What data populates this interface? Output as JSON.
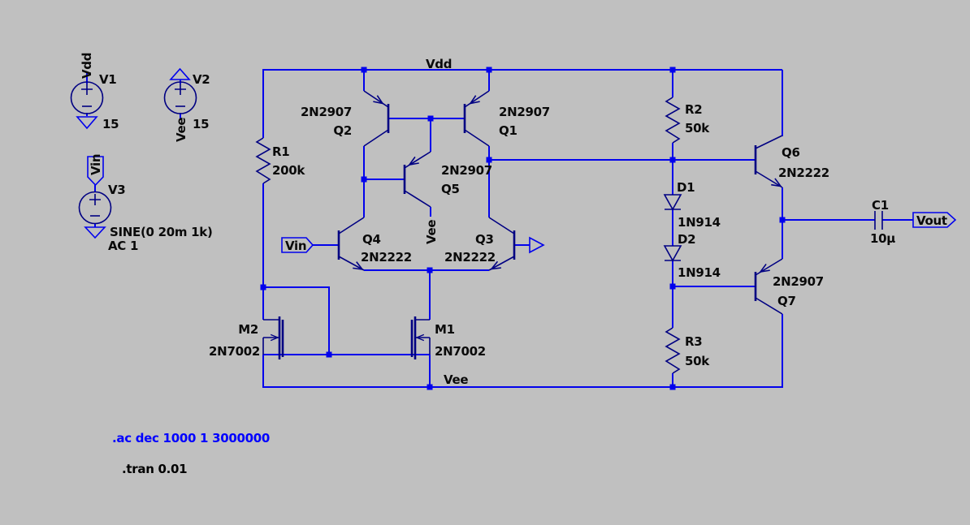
{
  "canvas": {
    "app": "schematic-editor",
    "background": "#c0c0c0",
    "wire_color": "#0202ec",
    "symbol_color": "#000082",
    "label_color": "#0a0a0a",
    "directive_active_color": "#0000ff"
  },
  "net_labels": {
    "vdd": "Vdd",
    "vee": "Vee",
    "vin": "Vin",
    "vout": "Vout"
  },
  "components": {
    "v1": {
      "ref": "V1",
      "value": "15",
      "net": "Vdd"
    },
    "v2": {
      "ref": "V2",
      "value": "15",
      "net": "Vee"
    },
    "v3": {
      "ref": "V3",
      "value": "SINE(0 20m 1k)",
      "ac": "AC 1",
      "net": "Vin"
    },
    "r1": {
      "ref": "R1",
      "value": "200k"
    },
    "r2": {
      "ref": "R2",
      "value": "50k"
    },
    "r3": {
      "ref": "R3",
      "value": "50k"
    },
    "c1": {
      "ref": "C1",
      "value": "10µ"
    },
    "d1": {
      "ref": "D1",
      "value": "1N914"
    },
    "d2": {
      "ref": "D2",
      "value": "1N914"
    },
    "q1": {
      "ref": "Q1",
      "value": "2N2907"
    },
    "q2": {
      "ref": "Q2",
      "value": "2N2907"
    },
    "q3": {
      "ref": "Q3",
      "value": "2N2222"
    },
    "q4": {
      "ref": "Q4",
      "value": "2N2222"
    },
    "q5": {
      "ref": "Q5",
      "value": "2N2907",
      "net": "Vee"
    },
    "q6": {
      "ref": "Q6",
      "value": "2N2222"
    },
    "q7": {
      "ref": "Q7",
      "value": "2N2907"
    },
    "m1": {
      "ref": "M1",
      "value": "2N7002"
    },
    "m2": {
      "ref": "M2",
      "value": "2N7002"
    }
  },
  "directives": {
    "ac": ".ac dec 1000 1 3000000",
    "tran": ".tran 0.01"
  }
}
